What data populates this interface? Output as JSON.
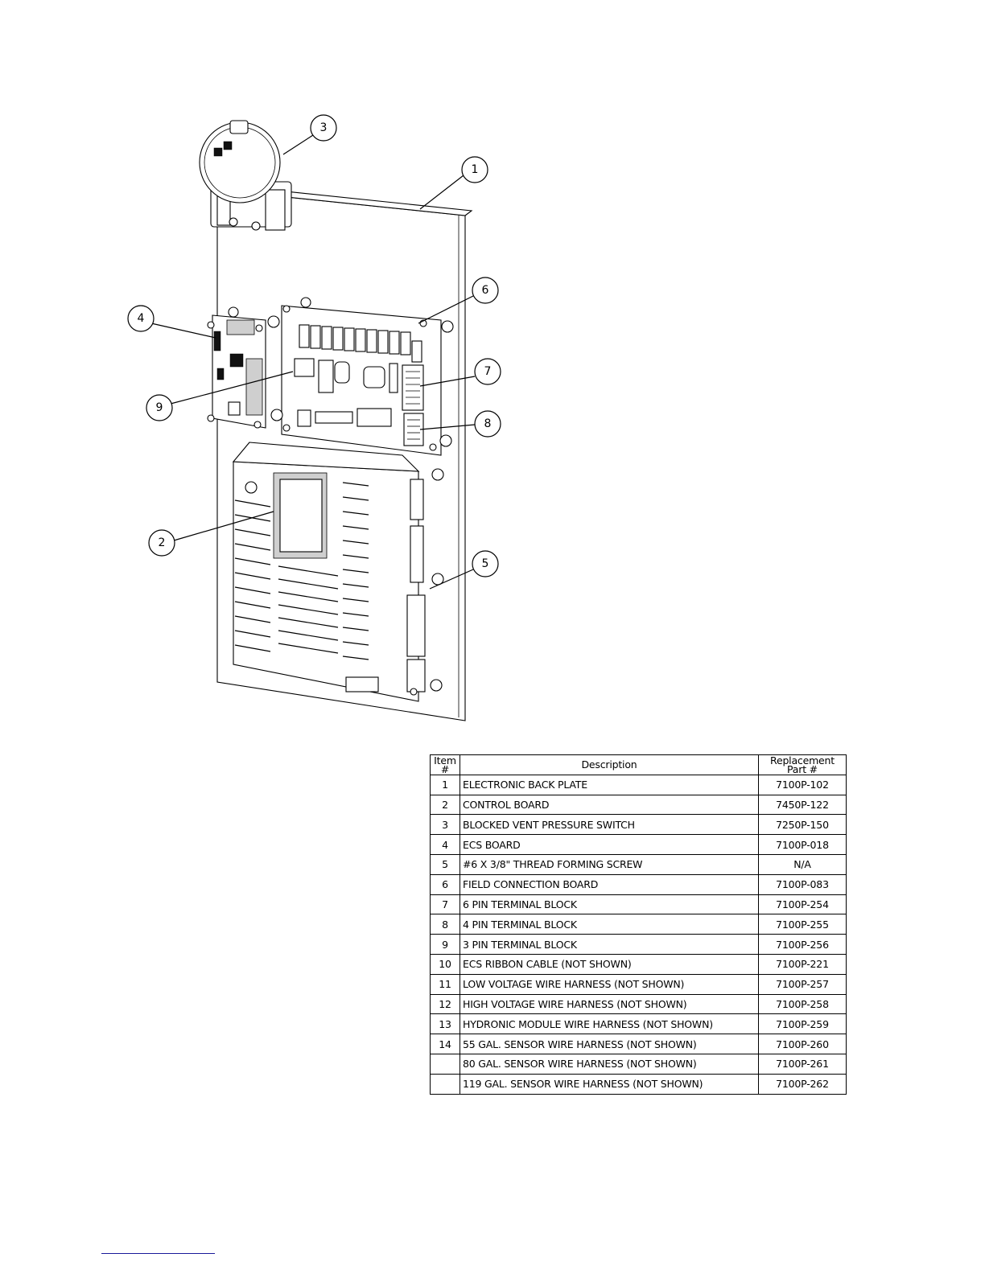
{
  "callouts": [
    "1",
    "2",
    "3",
    "4",
    "5",
    "6",
    "7",
    "8",
    "9"
  ],
  "table": {
    "headers": {
      "item": "Item #",
      "description": "Description",
      "part": "Replacement Part #"
    },
    "rows": [
      {
        "item": "1",
        "description": "ELECTRONIC BACK PLATE",
        "part": "7100P-102"
      },
      {
        "item": "2",
        "description": "CONTROL BOARD",
        "part": "7450P-122"
      },
      {
        "item": "3",
        "description": "BLOCKED VENT PRESSURE SWITCH",
        "part": "7250P-150"
      },
      {
        "item": "4",
        "description": "ECS BOARD",
        "part": "7100P-018"
      },
      {
        "item": "5",
        "description": "#6 X 3/8\" THREAD FORMING SCREW",
        "part": "N/A"
      },
      {
        "item": "6",
        "description": "FIELD CONNECTION BOARD",
        "part": "7100P-083"
      },
      {
        "item": "7",
        "description": "6 PIN TERMINAL BLOCK",
        "part": "7100P-254"
      },
      {
        "item": "8",
        "description": "4 PIN TERMINAL BLOCK",
        "part": "7100P-255"
      },
      {
        "item": "9",
        "description": "3 PIN TERMINAL BLOCK",
        "part": "7100P-256"
      },
      {
        "item": "10",
        "description": "ECS RIBBON CABLE (NOT SHOWN)",
        "part": "7100P-221"
      },
      {
        "item": "11",
        "description": "LOW VOLTAGE WIRE HARNESS (NOT SHOWN)",
        "part": "7100P-257"
      },
      {
        "item": "12",
        "description": "HIGH VOLTAGE WIRE HARNESS (NOT SHOWN)",
        "part": "7100P-258"
      },
      {
        "item": "13",
        "description": "HYDRONIC MODULE WIRE HARNESS (NOT SHOWN)",
        "part": "7100P-259"
      },
      {
        "item": "14",
        "description": "55 GAL. SENSOR WIRE HARNESS (NOT SHOWN)",
        "part": "7100P-260"
      },
      {
        "item": "",
        "description": "80 GAL. SENSOR WIRE HARNESS (NOT SHOWN)",
        "part": "7100P-261"
      },
      {
        "item": "",
        "description": "119 GAL. SENSOR WIRE HARNESS (NOT SHOWN)",
        "part": "7100P-262"
      }
    ]
  }
}
